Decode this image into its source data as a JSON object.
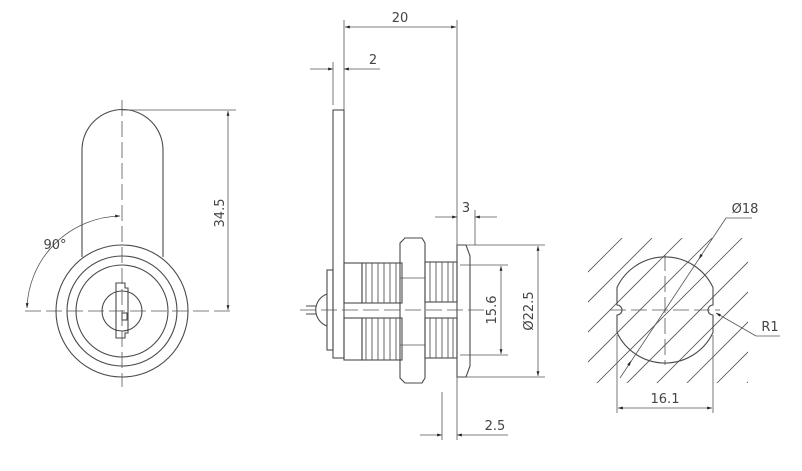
{
  "drawing": {
    "front_view": {
      "height_dim": "34.5",
      "angle_dim": "90°"
    },
    "side_view": {
      "overall_length_dim": "20",
      "cam_thickness_dim": "2",
      "flange_thickness_dim": "3",
      "thread_diameter_dim": "15.6",
      "flange_diameter_dim": "Ø22.5",
      "gap_dim": "2.5"
    },
    "cutout_view": {
      "diameter_dim": "Ø18",
      "radius_dim": "R1",
      "flat_width_dim": "16.1"
    },
    "line_color": "#4a4a4a"
  }
}
